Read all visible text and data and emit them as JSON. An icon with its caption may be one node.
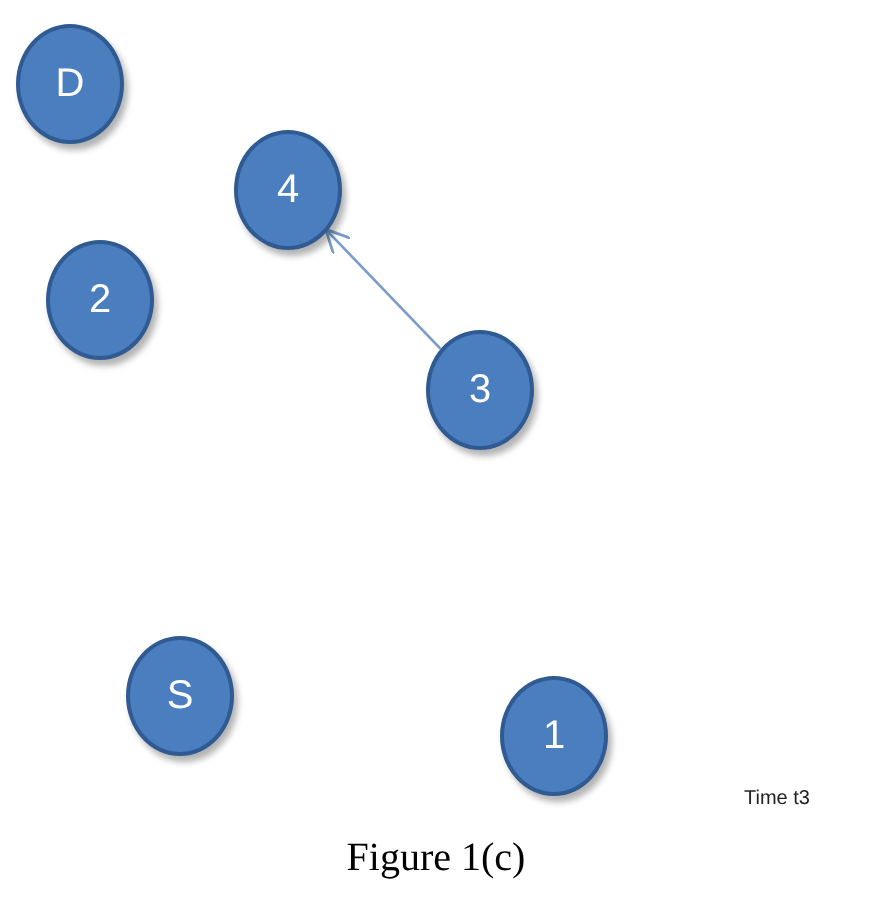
{
  "diagram": {
    "caption": "Figure 1(c)",
    "nodes": [
      {
        "text": [
          "D"
        ]
      },
      {
        "text": [
          "4"
        ]
      },
      {
        "text": [
          "2"
        ]
      },
      {
        "text": [
          "3"
        ]
      },
      {
        "text": [
          "S"
        ]
      },
      {
        "text": [
          "1"
        ]
      }
    ],
    "edges": [
      {
        "from": 3,
        "to": 1,
        "arrow": "to"
      }
    ],
    "labels": [
      "Time t3"
    ]
  }
}
